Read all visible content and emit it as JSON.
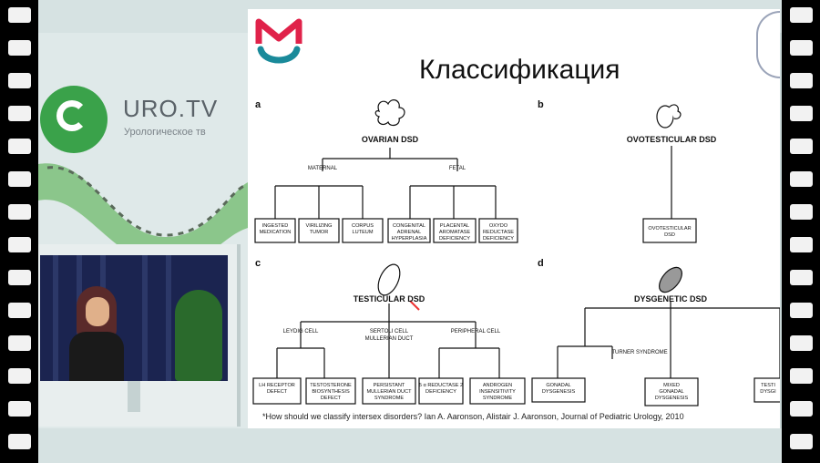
{
  "brand": {
    "name": "URO.TV",
    "tagline": "Урологическое тв"
  },
  "slide": {
    "title": "Классификация",
    "citation": "*How should we classify intersex disorders? Ian A. Aaronson, Alistair J. Aaronson, Journal of Pediatric Urology, 2010"
  },
  "panels": {
    "a": {
      "letter": "a",
      "root": "OVARIAN DSD",
      "branch_maternal": "MATERNAL",
      "branch_fetal": "FETAL",
      "leaves": [
        [
          "INGESTED",
          "MEDICATION"
        ],
        [
          "VIRILIZING",
          "TUMOR"
        ],
        [
          "CORPUS",
          "LUTEUM"
        ],
        [
          "CONGENITAL",
          "ADRENAL",
          "HYPERPLASIA"
        ],
        [
          "PLACENTAL",
          "AROMATASE",
          "DEFICIENCY"
        ],
        [
          "OXYDO",
          "REDUCTASE",
          "DEFICIENCY"
        ]
      ]
    },
    "b": {
      "letter": "b",
      "root": "OVOTESTICULAR DSD",
      "leaf": [
        "OVOTESTICULAR",
        "DSD"
      ]
    },
    "c": {
      "letter": "c",
      "root": "TESTICULAR DSD",
      "branch_leydig": "LEYDIG CELL",
      "branch_sertoli_1": "SERTOLI CELL",
      "branch_sertoli_2": "MULLERIAN DUCT",
      "branch_peripheral": "PERIPHERAL CELL",
      "leaves": [
        [
          "LH RECEPTOR",
          "DEFECT"
        ],
        [
          "TESTOSTERONE",
          "BIOSYNTHESIS",
          "DEFECT"
        ],
        [
          "PERSISTANT",
          "MULLERIAN DUCT",
          "SYNDROME"
        ],
        [
          "5 α REDUCTASE 2",
          "DEFICIENCY"
        ],
        [
          "ANDROGEN",
          "INSENSITIVITY",
          "SYNDROME"
        ]
      ]
    },
    "d": {
      "letter": "d",
      "root": "DYSGENETIC DSD",
      "branch_turner": "TURNER SYNDROME",
      "leaves": [
        [
          "GONADAL",
          "DYSGENESIS"
        ],
        [
          "MIXED",
          "GONADAL",
          "DYSGENESIS"
        ],
        [
          "TESTI",
          "DYSGI"
        ]
      ]
    }
  }
}
